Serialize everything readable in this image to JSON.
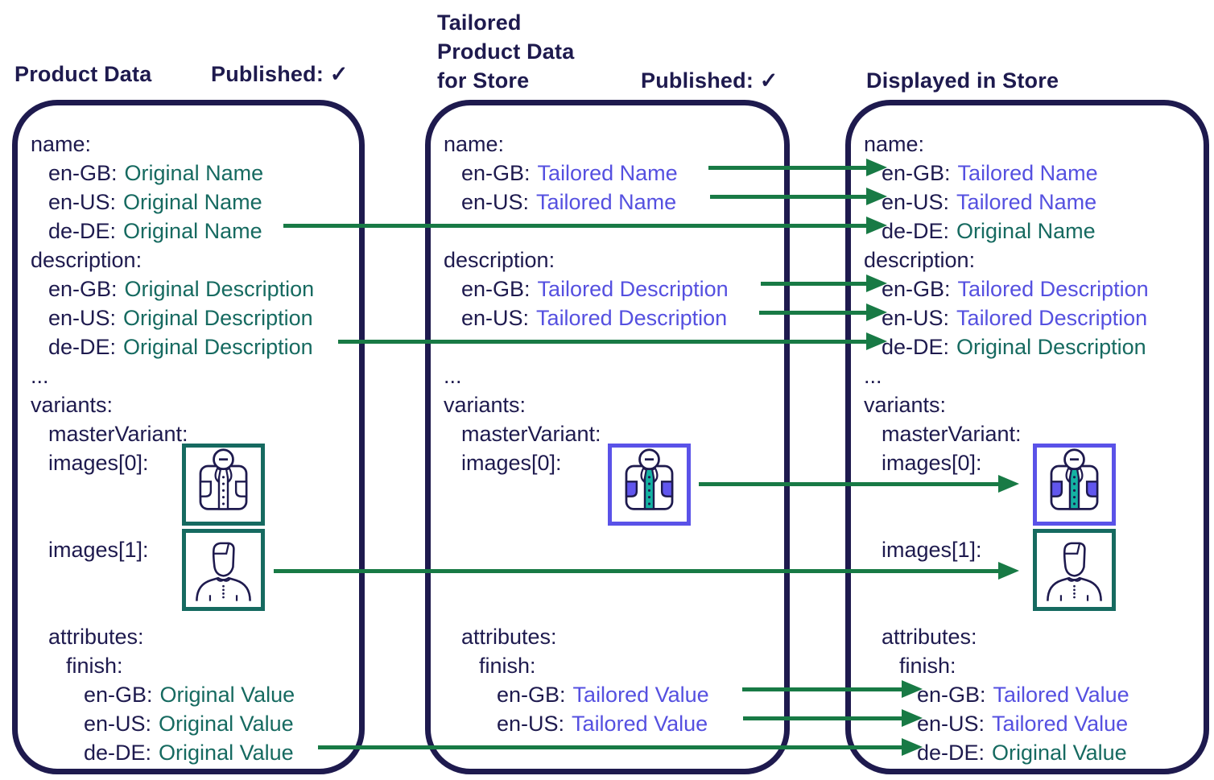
{
  "headers": {
    "product": {
      "title": "Product Data",
      "published": "Published: ✓"
    },
    "tailored": {
      "lines": [
        "Tailored",
        "Product Data",
        "for Store"
      ],
      "published": "Published: ✓"
    },
    "displayed": {
      "title": "Displayed in Store"
    }
  },
  "colors": {
    "navy": "#1e1a4e",
    "original_teal": "#166a60",
    "tailored_purple": "#5550e0",
    "arrow_green": "#187a45",
    "tailored_box_border": "#5a52e8",
    "placket_teal": "#14b3a3",
    "pocket_purple": "#6156ee"
  },
  "panels": [
    {
      "id": "product-data",
      "rows": [
        {
          "i": 0,
          "indent": 0,
          "key": "name:"
        },
        {
          "i": 1,
          "indent": 1,
          "key": "en-GB:",
          "value": "Original Name",
          "vt": "original"
        },
        {
          "i": 2,
          "indent": 1,
          "key": "en-US:",
          "value": "Original Name",
          "vt": "original"
        },
        {
          "i": 3,
          "indent": 1,
          "key": "de-DE:",
          "value": "Original Name",
          "vt": "original"
        },
        {
          "i": 4,
          "indent": 0,
          "key": "description:"
        },
        {
          "i": 5,
          "indent": 1,
          "key": "en-GB:",
          "value": "Original Description",
          "vt": "original"
        },
        {
          "i": 6,
          "indent": 1,
          "key": "en-US:",
          "value": "Original Description",
          "vt": "original"
        },
        {
          "i": 7,
          "indent": 1,
          "key": "de-DE:",
          "value": "Original Description",
          "vt": "original"
        },
        {
          "i": 8,
          "indent": 0,
          "key": "..."
        },
        {
          "i": 9,
          "indent": 0,
          "key": "variants:"
        },
        {
          "i": 10,
          "indent": 1,
          "key": "masterVariant:"
        },
        {
          "i": 11,
          "indent": 1,
          "key": "images[0]:"
        },
        {
          "i": 14,
          "indent": 1,
          "key": "images[1]:"
        },
        {
          "i": 17,
          "indent": 1,
          "key": "attributes:"
        },
        {
          "i": 18,
          "indent": 2,
          "key": "finish:"
        },
        {
          "i": 19,
          "indent": 3,
          "key": "en-GB:",
          "value": "Original Value",
          "vt": "original"
        },
        {
          "i": 20,
          "indent": 3,
          "key": "en-US:",
          "value": "Original Value",
          "vt": "original"
        },
        {
          "i": 21,
          "indent": 3,
          "key": "de-DE:",
          "value": "Original Value",
          "vt": "original"
        }
      ],
      "images": [
        {
          "slot": 0,
          "icon": "shirt",
          "variant": "original"
        },
        {
          "slot": 1,
          "icon": "person",
          "variant": "original"
        }
      ]
    },
    {
      "id": "tailored-product-data-for-store",
      "rows": [
        {
          "i": 0,
          "indent": 0,
          "key": "name:"
        },
        {
          "i": 1,
          "indent": 1,
          "key": "en-GB:",
          "value": "Tailored Name",
          "vt": "tailored"
        },
        {
          "i": 2,
          "indent": 1,
          "key": "en-US:",
          "value": "Tailored Name",
          "vt": "tailored"
        },
        {
          "i": 4,
          "indent": 0,
          "key": "description:"
        },
        {
          "i": 5,
          "indent": 1,
          "key": "en-GB:",
          "value": "Tailored Description",
          "vt": "tailored"
        },
        {
          "i": 6,
          "indent": 1,
          "key": "en-US:",
          "value": "Tailored Description",
          "vt": "tailored"
        },
        {
          "i": 8,
          "indent": 0,
          "key": "..."
        },
        {
          "i": 9,
          "indent": 0,
          "key": "variants:"
        },
        {
          "i": 10,
          "indent": 1,
          "key": "masterVariant:"
        },
        {
          "i": 11,
          "indent": 1,
          "key": "images[0]:"
        },
        {
          "i": 17,
          "indent": 1,
          "key": "attributes:"
        },
        {
          "i": 18,
          "indent": 2,
          "key": "finish:"
        },
        {
          "i": 19,
          "indent": 3,
          "key": "en-GB:",
          "value": "Tailored Value",
          "vt": "tailored"
        },
        {
          "i": 20,
          "indent": 3,
          "key": "en-US:",
          "value": "Tailored Value",
          "vt": "tailored"
        }
      ],
      "images": [
        {
          "slot": 0,
          "icon": "shirt",
          "variant": "tailored"
        }
      ]
    },
    {
      "id": "displayed-in-store",
      "rows": [
        {
          "i": 0,
          "indent": 0,
          "key": "name:"
        },
        {
          "i": 1,
          "indent": 1,
          "key": "en-GB:",
          "value": "Tailored Name",
          "vt": "tailored"
        },
        {
          "i": 2,
          "indent": 1,
          "key": "en-US:",
          "value": "Tailored Name",
          "vt": "tailored"
        },
        {
          "i": 3,
          "indent": 1,
          "key": "de-DE:",
          "value": "Original Name",
          "vt": "original"
        },
        {
          "i": 4,
          "indent": 0,
          "key": "description:"
        },
        {
          "i": 5,
          "indent": 1,
          "key": "en-GB:",
          "value": "Tailored Description",
          "vt": "tailored"
        },
        {
          "i": 6,
          "indent": 1,
          "key": "en-US:",
          "value": "Tailored Description",
          "vt": "tailored"
        },
        {
          "i": 7,
          "indent": 1,
          "key": "de-DE:",
          "value": "Original Description",
          "vt": "original"
        },
        {
          "i": 8,
          "indent": 0,
          "key": "..."
        },
        {
          "i": 9,
          "indent": 0,
          "key": "variants:"
        },
        {
          "i": 10,
          "indent": 1,
          "key": "masterVariant:"
        },
        {
          "i": 11,
          "indent": 1,
          "key": "images[0]:"
        },
        {
          "i": 14,
          "indent": 1,
          "key": "images[1]:"
        },
        {
          "i": 17,
          "indent": 1,
          "key": "attributes:"
        },
        {
          "i": 18,
          "indent": 2,
          "key": "finish:"
        },
        {
          "i": 19,
          "indent": 3,
          "key": "en-GB:",
          "value": "Tailored Value",
          "vt": "tailored"
        },
        {
          "i": 20,
          "indent": 3,
          "key": "en-US:",
          "value": "Tailored Value",
          "vt": "tailored"
        },
        {
          "i": 21,
          "indent": 3,
          "key": "de-DE:",
          "value": "Original Value",
          "vt": "original"
        }
      ],
      "images": [
        {
          "slot": 0,
          "icon": "shirt",
          "variant": "tailored"
        },
        {
          "slot": 1,
          "icon": "person",
          "variant": "original"
        }
      ]
    }
  ],
  "flows": [
    {
      "id": "name-en-GB",
      "from": "tailored.name.en-GB",
      "to": "displayed.name.en-GB"
    },
    {
      "id": "name-en-US",
      "from": "tailored.name.en-US",
      "to": "displayed.name.en-US"
    },
    {
      "id": "name-de-DE",
      "from": "product.name.de-DE",
      "to": "displayed.name.de-DE"
    },
    {
      "id": "description-en-GB",
      "from": "tailored.description.en-GB",
      "to": "displayed.description.en-GB"
    },
    {
      "id": "description-en-US",
      "from": "tailored.description.en-US",
      "to": "displayed.description.en-US"
    },
    {
      "id": "description-de-DE",
      "from": "product.description.de-DE",
      "to": "displayed.description.de-DE"
    },
    {
      "id": "images-0",
      "from": "tailored.images.0",
      "to": "displayed.images.0"
    },
    {
      "id": "images-1",
      "from": "product.images.1",
      "to": "displayed.images.1"
    },
    {
      "id": "finish-en-GB",
      "from": "tailored.finish.en-GB",
      "to": "displayed.finish.en-GB"
    },
    {
      "id": "finish-en-US",
      "from": "tailored.finish.en-US",
      "to": "displayed.finish.en-US"
    },
    {
      "id": "finish-de-DE",
      "from": "product.finish.de-DE",
      "to": "displayed.finish.de-DE"
    }
  ]
}
